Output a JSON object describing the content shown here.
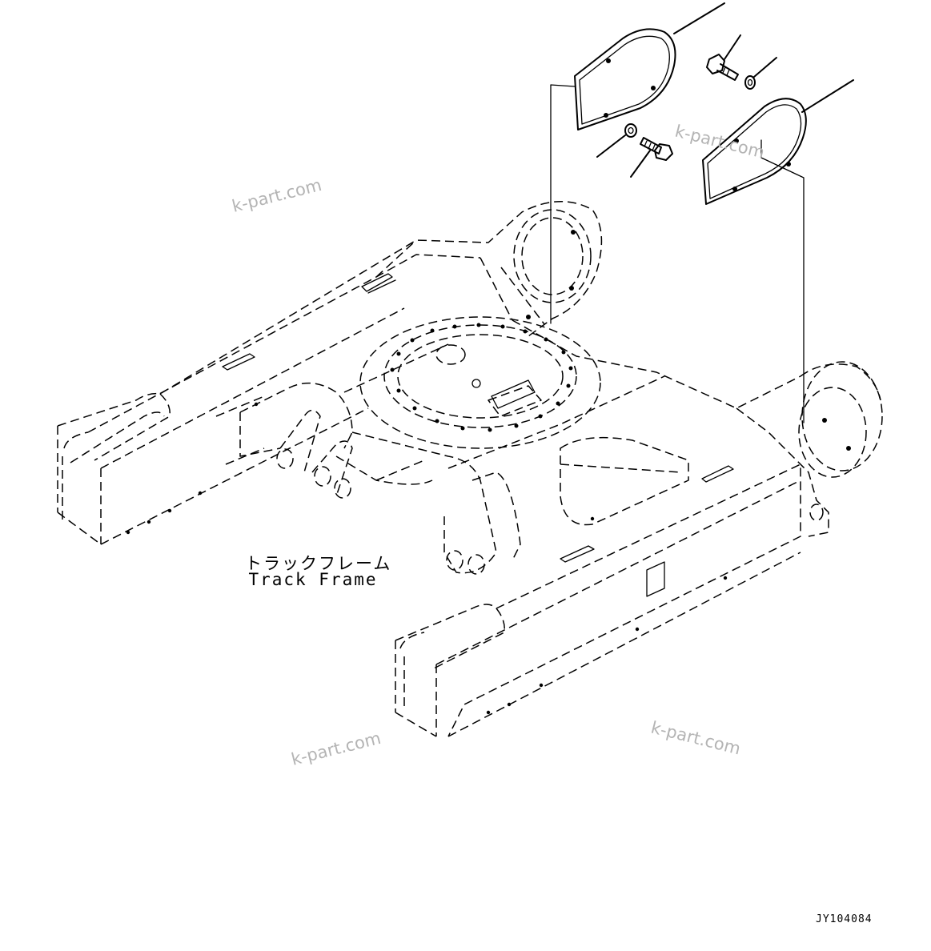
{
  "diagram": {
    "title_japanese": "トラックフレーム",
    "title_english": "Track Frame",
    "drawing_code": "JY104084"
  },
  "watermarks": [
    "k-part.com",
    "k-part.com",
    "k-part.com",
    "k-part.com"
  ],
  "colors": {
    "line": "#000000",
    "watermark": "#b4b4b4",
    "background": "#ffffff"
  }
}
